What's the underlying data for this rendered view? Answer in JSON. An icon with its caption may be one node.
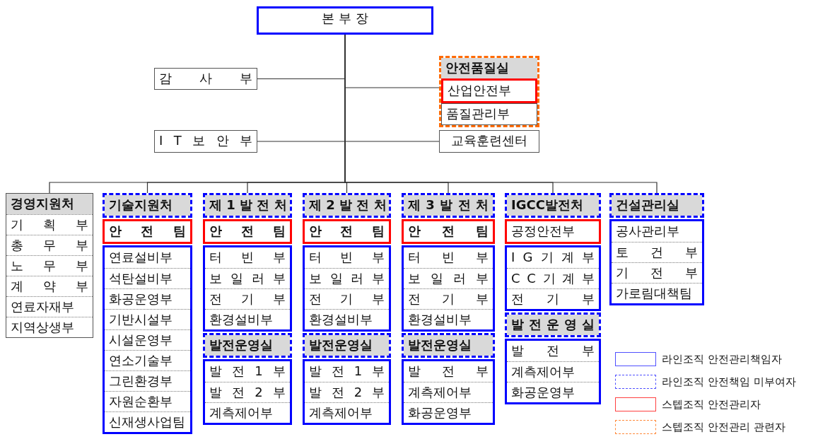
{
  "diagram": {
    "nodes": [
      {
        "text": [
          "본 부 장"
        ]
      },
      {
        "text": [
          "감 사 부"
        ]
      },
      {
        "text": [
          "I T 보 안 부"
        ]
      },
      {
        "text": [
          "안전품질실"
        ]
      },
      {
        "text": [
          "산업안전부"
        ],
        "in": 3
      },
      {
        "text": [
          "품질관리부"
        ],
        "in": 3
      },
      {
        "text": [
          "교육훈련센터"
        ]
      },
      {
        "text": [
          "경영지원처",
          "기 획 부",
          "총 무 부",
          "노 무 부",
          "계 약 부",
          "연료자재부",
          "지역상생부"
        ]
      },
      {
        "text": [
          "기술지원처"
        ]
      },
      {
        "text": [
          "안 전 팀"
        ]
      },
      {
        "text": [
          "연료설비부",
          "석탄설비부",
          "화공운영부",
          "기반시설부",
          "시설운영부",
          "연소기술부",
          "그린환경부",
          "자원순환부",
          "신재생사업팀"
        ]
      },
      {
        "text": [
          "제 1 발 전 처"
        ]
      },
      {
        "text": [
          "안 전 팀"
        ]
      },
      {
        "text": [
          "터 빈 부",
          "보 일 러 부",
          "전 기 부",
          "환경설비부"
        ]
      },
      {
        "text": [
          "발전운영실"
        ]
      },
      {
        "text": [
          "발 전 1 부",
          "발 전 2 부",
          "계측제어부"
        ]
      },
      {
        "text": [
          "제 2 발 전 처"
        ]
      },
      {
        "text": [
          "안 전 팀"
        ]
      },
      {
        "text": [
          "터 빈 부",
          "보 일 러 부",
          "전 기 부",
          "환경설비부"
        ]
      },
      {
        "text": [
          "발전운영실"
        ]
      },
      {
        "text": [
          "발 전 1 부",
          "발 전 2 부",
          "계측제어부"
        ]
      },
      {
        "text": [
          "제 3 발 전 처"
        ]
      },
      {
        "text": [
          "안 전 팀"
        ]
      },
      {
        "text": [
          "터 빈 부",
          "보 일 러 부",
          "전 기 부",
          "환경설비부"
        ]
      },
      {
        "text": [
          "발전운영실"
        ]
      },
      {
        "text": [
          "발 전 부",
          "계측제어부",
          "화공운영부"
        ]
      },
      {
        "text": [
          "IGCC발전처"
        ]
      },
      {
        "text": [
          "공정안전부"
        ]
      },
      {
        "text": [
          "I G 기 계 부",
          "C C 기 계 부",
          "전 기 부"
        ]
      },
      {
        "text": [
          "발 전 운 영 실"
        ]
      },
      {
        "text": [
          "발 전 부",
          "계측제어부",
          "화공운영부"
        ]
      },
      {
        "text": [
          "건설관리실"
        ]
      },
      {
        "text": [
          "공사관리부",
          "토 건 부",
          "기 전 부",
          "가로림대책팀"
        ]
      }
    ],
    "edges": [
      {
        "from": 0,
        "to": 1,
        "arrow": "none"
      },
      {
        "from": 0,
        "to": 2,
        "arrow": "none"
      },
      {
        "from": 0,
        "to": 3,
        "arrow": "none"
      },
      {
        "from": 0,
        "to": 6,
        "arrow": "none"
      },
      {
        "from": 0,
        "to": 7,
        "arrow": "none"
      },
      {
        "from": 0,
        "to": 8,
        "arrow": "none"
      },
      {
        "from": 0,
        "to": 11,
        "arrow": "none"
      },
      {
        "from": 0,
        "to": 16,
        "arrow": "none"
      },
      {
        "from": 0,
        "to": 21,
        "arrow": "none"
      },
      {
        "from": 0,
        "to": 26,
        "arrow": "none"
      },
      {
        "from": 0,
        "to": 31,
        "arrow": "none"
      }
    ],
    "legend": [
      {
        "text": "라인조직 안전관리책임자"
      },
      {
        "text": "라인조직 안전책임 미부여자"
      },
      {
        "text": "스텝조직 안전관리자"
      },
      {
        "text": "스텝조직 안전관리 관련자"
      }
    ]
  }
}
